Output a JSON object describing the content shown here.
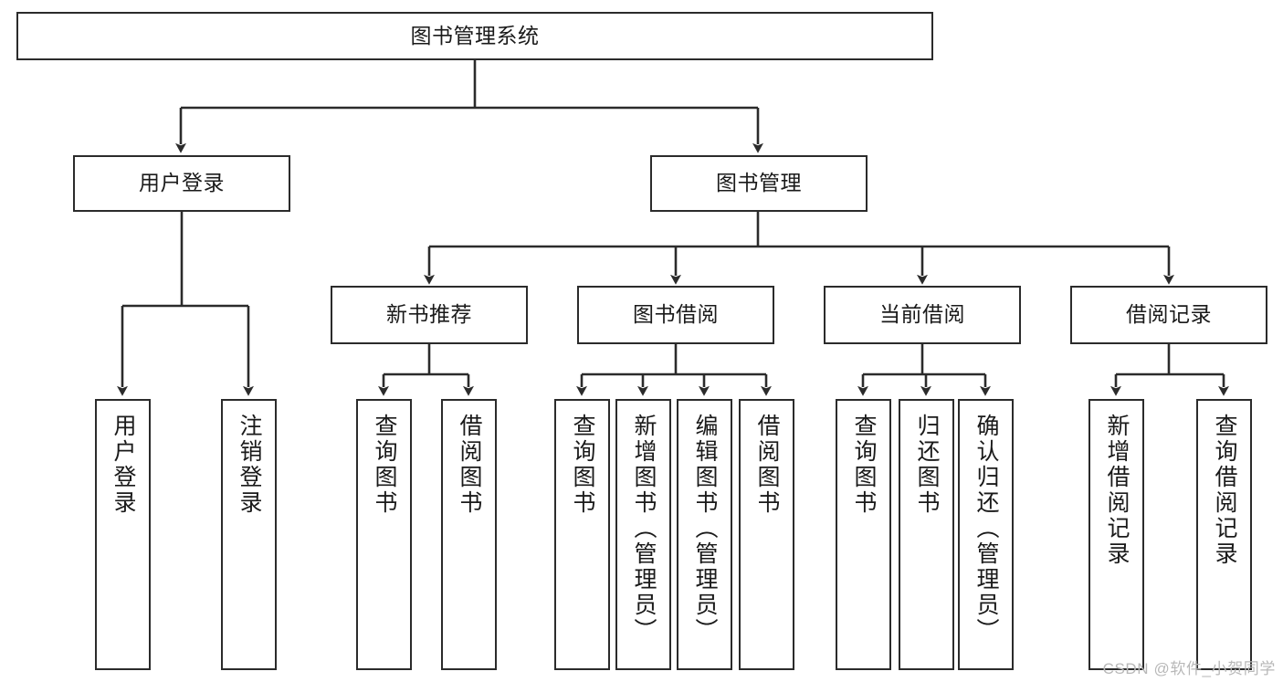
{
  "diagram": {
    "title": "图书管理系统",
    "type": "hierarchy-tree",
    "orientation": "top-down",
    "line_color": "#2b2b2b",
    "box_fill": "#ffffff",
    "text_color": "#1a1a1a",
    "root": {
      "id": "root",
      "label": "图书管理系统",
      "text_direction": "horizontal"
    },
    "level1": [
      {
        "id": "user-login",
        "label": "用户登录",
        "text_direction": "horizontal"
      },
      {
        "id": "book-management",
        "label": "图书管理",
        "text_direction": "horizontal"
      }
    ],
    "level2": [
      {
        "id": "new-book-recommend",
        "label": "新书推荐",
        "parent": "book-management",
        "text_direction": "horizontal"
      },
      {
        "id": "book-borrow",
        "label": "图书借阅",
        "parent": "book-management",
        "text_direction": "horizontal"
      },
      {
        "id": "current-borrow",
        "label": "当前借阅",
        "parent": "book-management",
        "text_direction": "horizontal"
      },
      {
        "id": "borrow-record",
        "label": "借阅记录",
        "parent": "book-management",
        "text_direction": "horizontal"
      }
    ],
    "leaves": [
      {
        "id": "leaf-user-login",
        "label": "用户登录",
        "parent": "user-login",
        "text_direction": "vertical"
      },
      {
        "id": "leaf-logout-login",
        "label": "注销登录",
        "parent": "user-login",
        "text_direction": "vertical"
      },
      {
        "id": "leaf-query-book-1",
        "label": "查询图书",
        "parent": "new-book-recommend",
        "text_direction": "vertical"
      },
      {
        "id": "leaf-borrow-book-1",
        "label": "借阅图书",
        "parent": "new-book-recommend",
        "text_direction": "vertical"
      },
      {
        "id": "leaf-query-book-2",
        "label": "查询图书",
        "parent": "book-borrow",
        "text_direction": "vertical"
      },
      {
        "id": "leaf-add-book",
        "label": "新增图书（管理员）",
        "parent": "book-borrow",
        "text_direction": "vertical"
      },
      {
        "id": "leaf-edit-book",
        "label": "编辑图书（管理员）",
        "parent": "book-borrow",
        "text_direction": "vertical"
      },
      {
        "id": "leaf-borrow-book-2",
        "label": "借阅图书",
        "parent": "book-borrow",
        "text_direction": "vertical"
      },
      {
        "id": "leaf-query-book-3",
        "label": "查询图书",
        "parent": "current-borrow",
        "text_direction": "vertical"
      },
      {
        "id": "leaf-return-book",
        "label": "归还图书",
        "parent": "current-borrow",
        "text_direction": "vertical"
      },
      {
        "id": "leaf-confirm-return",
        "label": "确认归还（管理员）",
        "parent": "current-borrow",
        "text_direction": "vertical"
      },
      {
        "id": "leaf-add-record",
        "label": "新增借阅记录",
        "parent": "borrow-record",
        "text_direction": "vertical"
      },
      {
        "id": "leaf-query-record",
        "label": "查询借阅记录",
        "parent": "borrow-record",
        "text_direction": "vertical"
      }
    ]
  },
  "watermark": {
    "text": "CSDN @软件_小贺同学"
  }
}
